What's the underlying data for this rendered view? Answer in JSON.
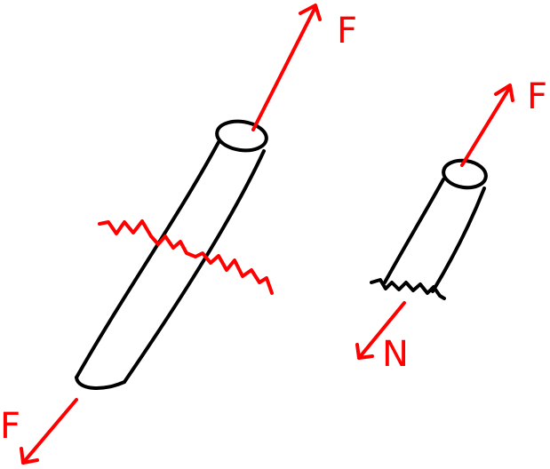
{
  "colors": {
    "body": "#000000",
    "force": "#ff0000",
    "background": "#ffffff"
  },
  "labels": {
    "force_top_left_rod": "F",
    "force_bottom_left_rod": "F",
    "force_top_right_rod": "F",
    "normal_force": "N"
  }
}
